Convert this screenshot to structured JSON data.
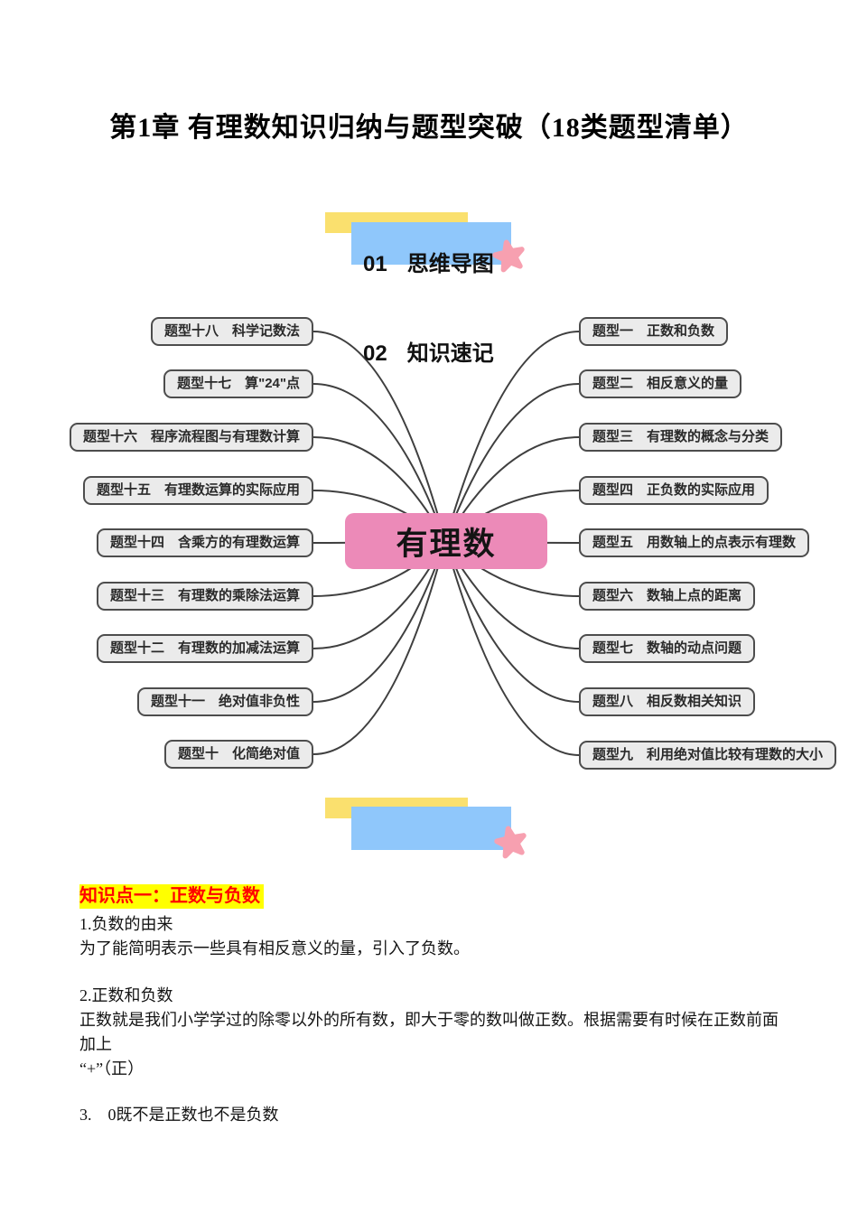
{
  "page_title": "第1章 有理数知识归纳与题型突破（18类题型清单）",
  "sections": {
    "s1": {
      "number": "01",
      "label": "思维导图"
    },
    "s2": {
      "number": "02",
      "label": "知识速记"
    }
  },
  "mindmap": {
    "center": "有理数",
    "left": [
      "题型十八　科学记数法",
      "题型十七　算\"24\"点",
      "题型十六　程序流程图与有理数计算",
      "题型十五　有理数运算的实际应用",
      "题型十四　含乘方的有理数运算",
      "题型十三　有理数的乘除法运算",
      "题型十二　有理数的加减法运算",
      "题型十一　绝对值非负性",
      "题型十　化简绝对值"
    ],
    "right": [
      "题型一　正数和负数",
      "题型二　相反意义的量",
      "题型三　有理数的概念与分类",
      "题型四　正负数的实际应用",
      "题型五　用数轴上的点表示有理数",
      "题型六　数轴上点的距离",
      "题型七　数轴的动点问题",
      "题型八　相反数相关知识",
      "题型九　利用绝对值比较有理数的大小"
    ]
  },
  "knowledge": {
    "heading": "知识点一：正数与负数",
    "items": [
      {
        "title": "1.负数的由来",
        "lines": [
          "为了能简明表示一些具有相反意义的量，引入了负数。"
        ]
      },
      {
        "title": "2.正数和负数",
        "lines": [
          "正数就是我们小学学过的除零以外的所有数，即大于零的数叫做正数。根据需要有时候在正数前面加上",
          "“+”（正）"
        ]
      },
      {
        "title": "3.　0既不是正数也不是负数",
        "lines": []
      }
    ]
  },
  "colors": {
    "center_node_pink": "#EC8AB8",
    "branch_box_fill": "#EBEBEB",
    "branch_box_border": "#4D4D4D",
    "connector_line": "#3F3F3F",
    "banner_yellow": "#FAE06E",
    "banner_blue": "#8FC7FB",
    "star_pink": "#F7A0B0",
    "heading_highlight": "#FFFF00",
    "heading_text_red": "#FF0000"
  }
}
